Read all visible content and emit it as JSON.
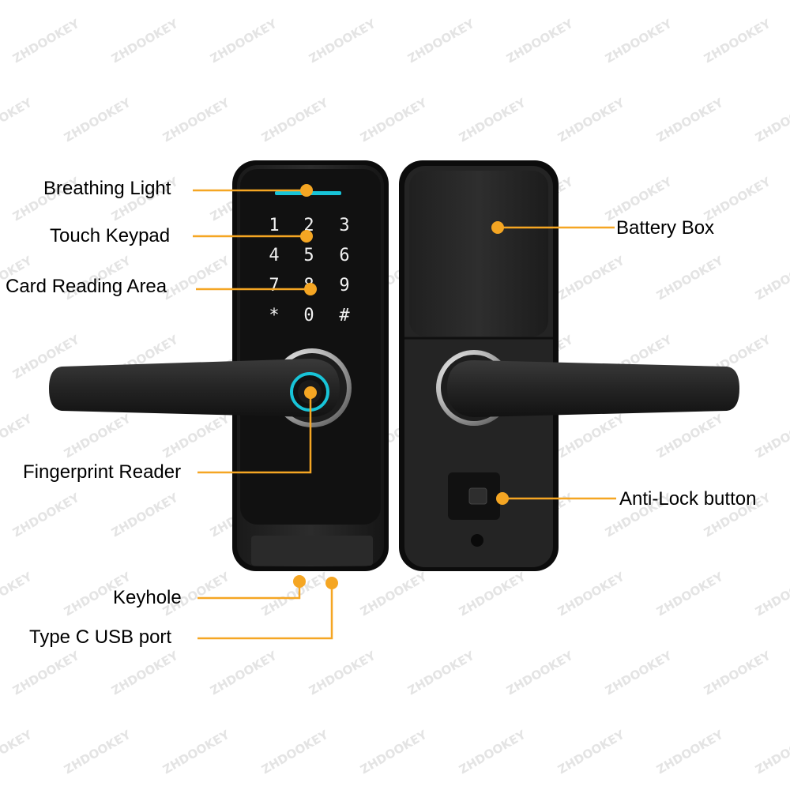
{
  "watermark": "ZHDOOKEY",
  "colors": {
    "callout": "#f5a623",
    "body": "#222222",
    "accent": "#18c4d8"
  },
  "labels": {
    "breathing_light": "Breathing Light",
    "touch_keypad": "Touch Keypad",
    "card_reading_area": "Card Reading Area",
    "fingerprint_reader": "Fingerprint Reader",
    "keyhole": "Keyhole",
    "type_c_usb_port": "Type C USB port",
    "battery_box": "Battery Box",
    "anti_lock_button": "Anti-Lock button"
  },
  "keypad": [
    "1",
    "2",
    "3",
    "4",
    "5",
    "6",
    "7",
    "8",
    "9",
    "*",
    "0",
    "#"
  ]
}
